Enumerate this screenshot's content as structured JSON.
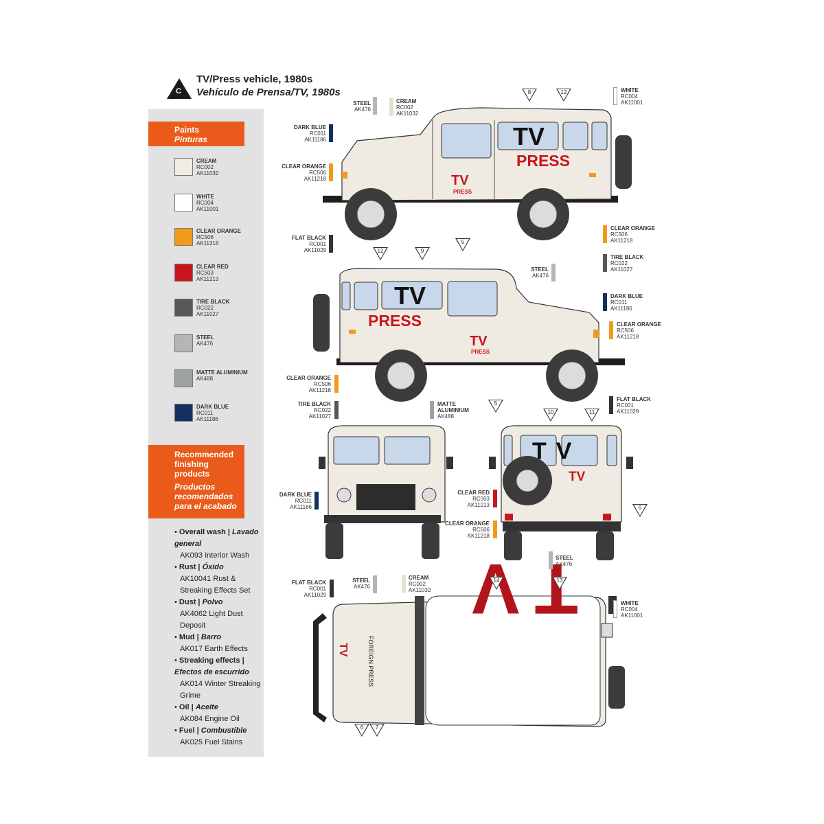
{
  "header": {
    "badge": "C",
    "title": "TV/Press vehicle, 1980s",
    "subtitle": "Vehículo de Prensa/TV, 1980s"
  },
  "sidebar": {
    "paints_title": "Paints",
    "paints_title_es": "Pinturas",
    "paints": [
      {
        "name": "CREAM",
        "codes": [
          "RC002",
          "AK11032"
        ],
        "color": "#f0ece1"
      },
      {
        "name": "WHITE",
        "codes": [
          "RC004",
          "AK11001"
        ],
        "color": "#ffffff"
      },
      {
        "name": "CLEAR ORANGE",
        "codes": [
          "RC506",
          "AK11218"
        ],
        "color": "#f29a1e"
      },
      {
        "name": "CLEAR RED",
        "codes": [
          "RC503",
          "AK11213"
        ],
        "color": "#c8161d"
      },
      {
        "name": "TIRE BLACK",
        "codes": [
          "RC022",
          "AK11027"
        ],
        "color": "#575757"
      },
      {
        "name": "STEEL",
        "codes": [
          "AK476"
        ],
        "color": "#b5b5b5"
      },
      {
        "name": "MATTE ALUMINIUM",
        "codes": [
          "AK488"
        ],
        "color": "#9ea2a3"
      },
      {
        "name": "DARK BLUE",
        "codes": [
          "RC011",
          "AK11186"
        ],
        "color": "#14305f"
      }
    ],
    "finishing_title": "Recommended finishing products",
    "finishing_title_es": "Productos recomendados para el acabado",
    "finishing": [
      {
        "label": "Overall wash",
        "label_es": "Lavado general",
        "product": "AK093 Interior Wash"
      },
      {
        "label": "Rust",
        "label_es": "Óxido",
        "product": "AK10041 Rust & Streaking Effects Set"
      },
      {
        "label": "Dust",
        "label_es": "Polvo",
        "product": "AK4062 Light Dust Deposit"
      },
      {
        "label": "Mud",
        "label_es": "Barro",
        "product": "AK017 Earth Effects"
      },
      {
        "label": "Streaking effects",
        "label_es": "Efectos de escurrido",
        "product": "AK014 Winter Streaking Grime"
      },
      {
        "label": "Oil",
        "label_es": "Aceite",
        "product": "AK084 Engine Oil"
      },
      {
        "label": "Fuel",
        "label_es": "Combustible",
        "product": "AK025 Fuel Stains"
      }
    ]
  },
  "decals": {
    "tv": "TV",
    "press": "PRESS",
    "foreign_press": "FOREIGN PRESS"
  },
  "markers": [
    "8",
    "12",
    "5",
    "12",
    "9",
    "5",
    "10",
    "11",
    "6",
    "14",
    "13",
    "6",
    "7"
  ],
  "callouts": {
    "steel": {
      "name": "STEEL",
      "code": "AK476"
    },
    "cream": {
      "name": "CREAM",
      "code1": "RC002",
      "code2": "AK11032"
    },
    "white": {
      "name": "WHITE",
      "code1": "RC004",
      "code2": "AK11001"
    },
    "dark_blue": {
      "name": "DARK BLUE",
      "code1": "RC011",
      "code2": "AK11186"
    },
    "clear_orange": {
      "name": "CLEAR ORANGE",
      "code1": "RC506",
      "code2": "AK11218"
    },
    "clear_red": {
      "name": "CLEAR RED",
      "code1": "RC503",
      "code2": "AK11213"
    },
    "flat_black": {
      "name": "FLAT BLACK",
      "code1": "RC001",
      "code2": "AK11029"
    },
    "tire_black": {
      "name": "TIRE BLACK",
      "code1": "RC022",
      "code2": "AK11027"
    },
    "matte_aluminium": {
      "name1": "MATTE",
      "name2": "ALUMINIUM",
      "code": "AK488"
    }
  }
}
